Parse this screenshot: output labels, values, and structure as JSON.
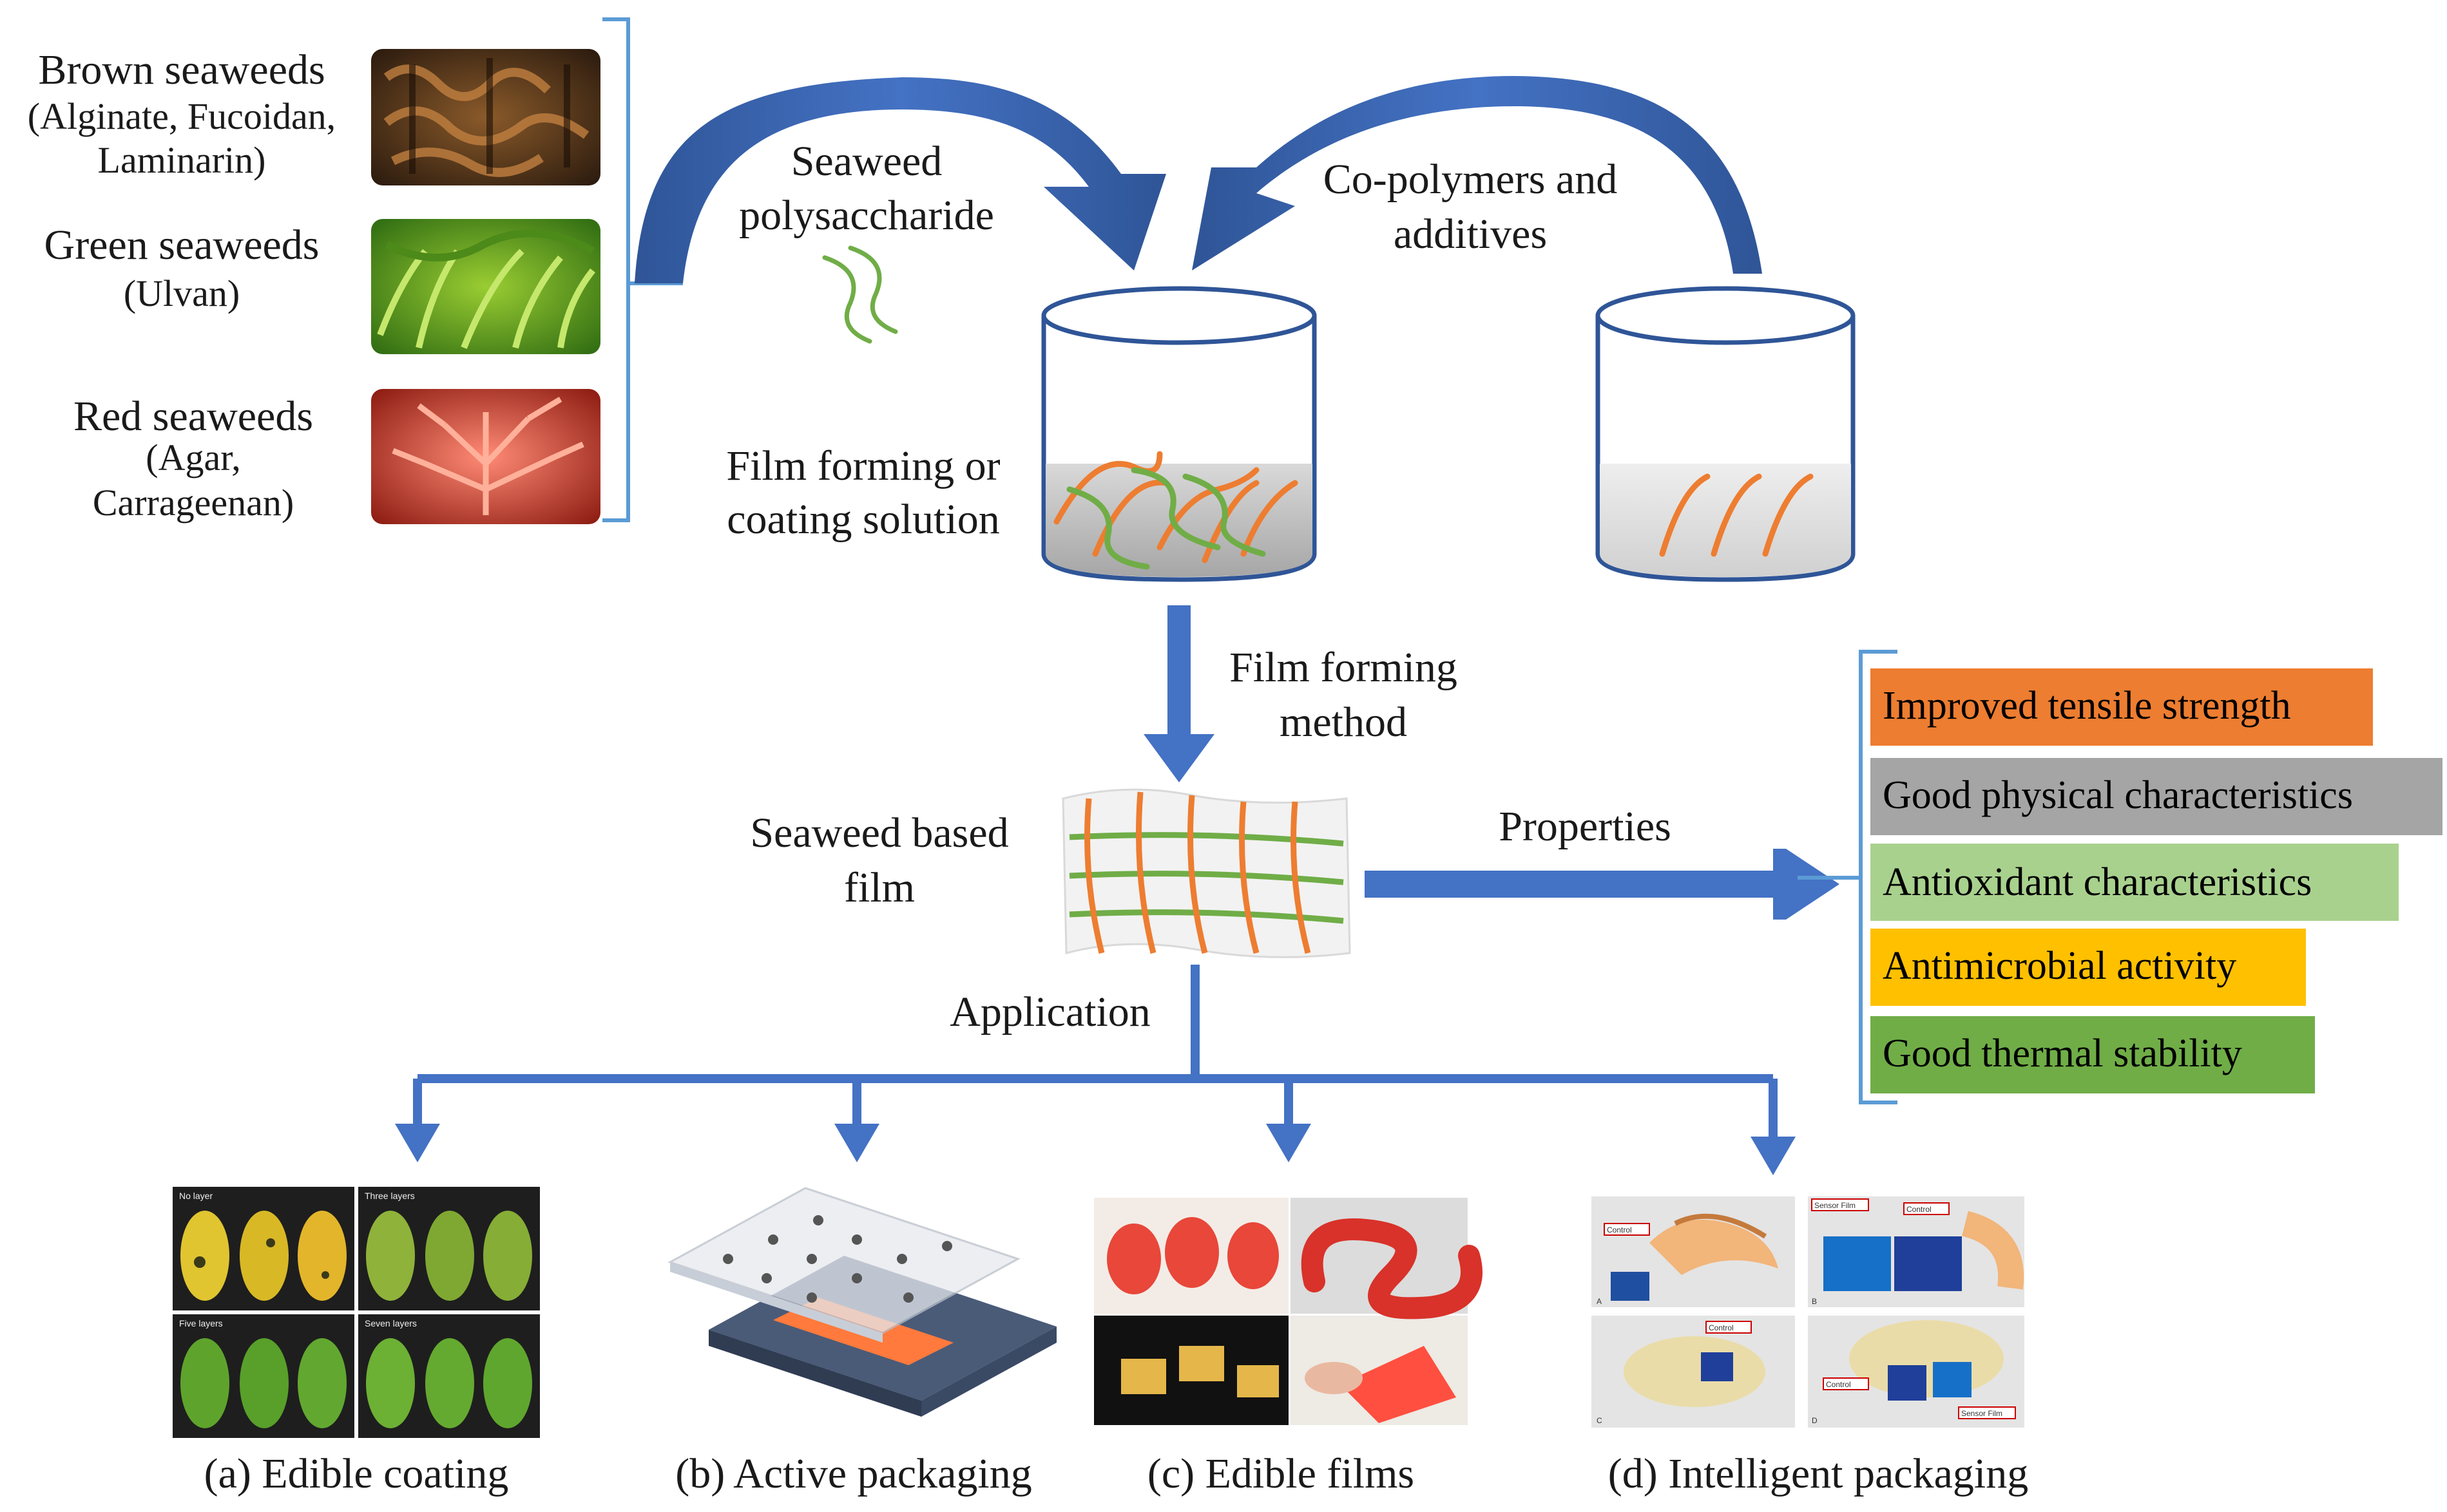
{
  "sources": {
    "brown": {
      "name": "Brown seaweeds",
      "line1": "(Alginate,  Fucoidan,",
      "line2": "Laminarin)"
    },
    "green": {
      "name": "Green seaweeds",
      "line1": "(Ulvan)"
    },
    "red": {
      "name": "Red seaweeds",
      "line1": "(Agar,",
      "line2": "Carrageenan)"
    }
  },
  "inputs": {
    "polysaccharide": {
      "line1": "Seaweed",
      "line2": "polysaccharide"
    },
    "copolymers": {
      "line1": "Co-polymers  and",
      "line2": "additives"
    }
  },
  "solution": {
    "line1": "Film  forming  or",
    "line2": "coating  solution"
  },
  "process": {
    "line1": "Film  forming",
    "line2": "method"
  },
  "film": {
    "line1": "Seaweed  based",
    "line2": "film"
  },
  "properties_label": "Properties",
  "application_label": "Application",
  "properties": [
    {
      "text": "Improved  tensile  strength",
      "color": "#ED7D31"
    },
    {
      "text": "Good  physical  characteristics",
      "color": "#A5A5A5"
    },
    {
      "text": "Antioxidant  characteristics",
      "color": "#A9D18E"
    },
    {
      "text": "Antimicrobial  activity",
      "color": "#FFC000"
    },
    {
      "text": "Good  thermal  stability",
      "color": "#70AD47"
    }
  ],
  "applications": [
    {
      "caption": "(a) Edible  coating"
    },
    {
      "caption": "(b) Active  packaging"
    },
    {
      "caption": "(c) Edible  films"
    },
    {
      "caption": "(d) Intelligent  packaging"
    }
  ],
  "mango_labels": [
    "No layer",
    "Three layers",
    "Five layers",
    "Seven layers"
  ],
  "shrimp_labels": {
    "control": "Control",
    "sensor_film": "Sensor Film",
    "panel_a": "A",
    "panel_b": "B",
    "panel_c": "C",
    "panel_d": "D"
  },
  "colors": {
    "arrow_blue": "#4472C4",
    "bracket_blue": "#5B9BD5",
    "strand_green": "#70AD47",
    "strand_orange": "#ED7D31"
  }
}
